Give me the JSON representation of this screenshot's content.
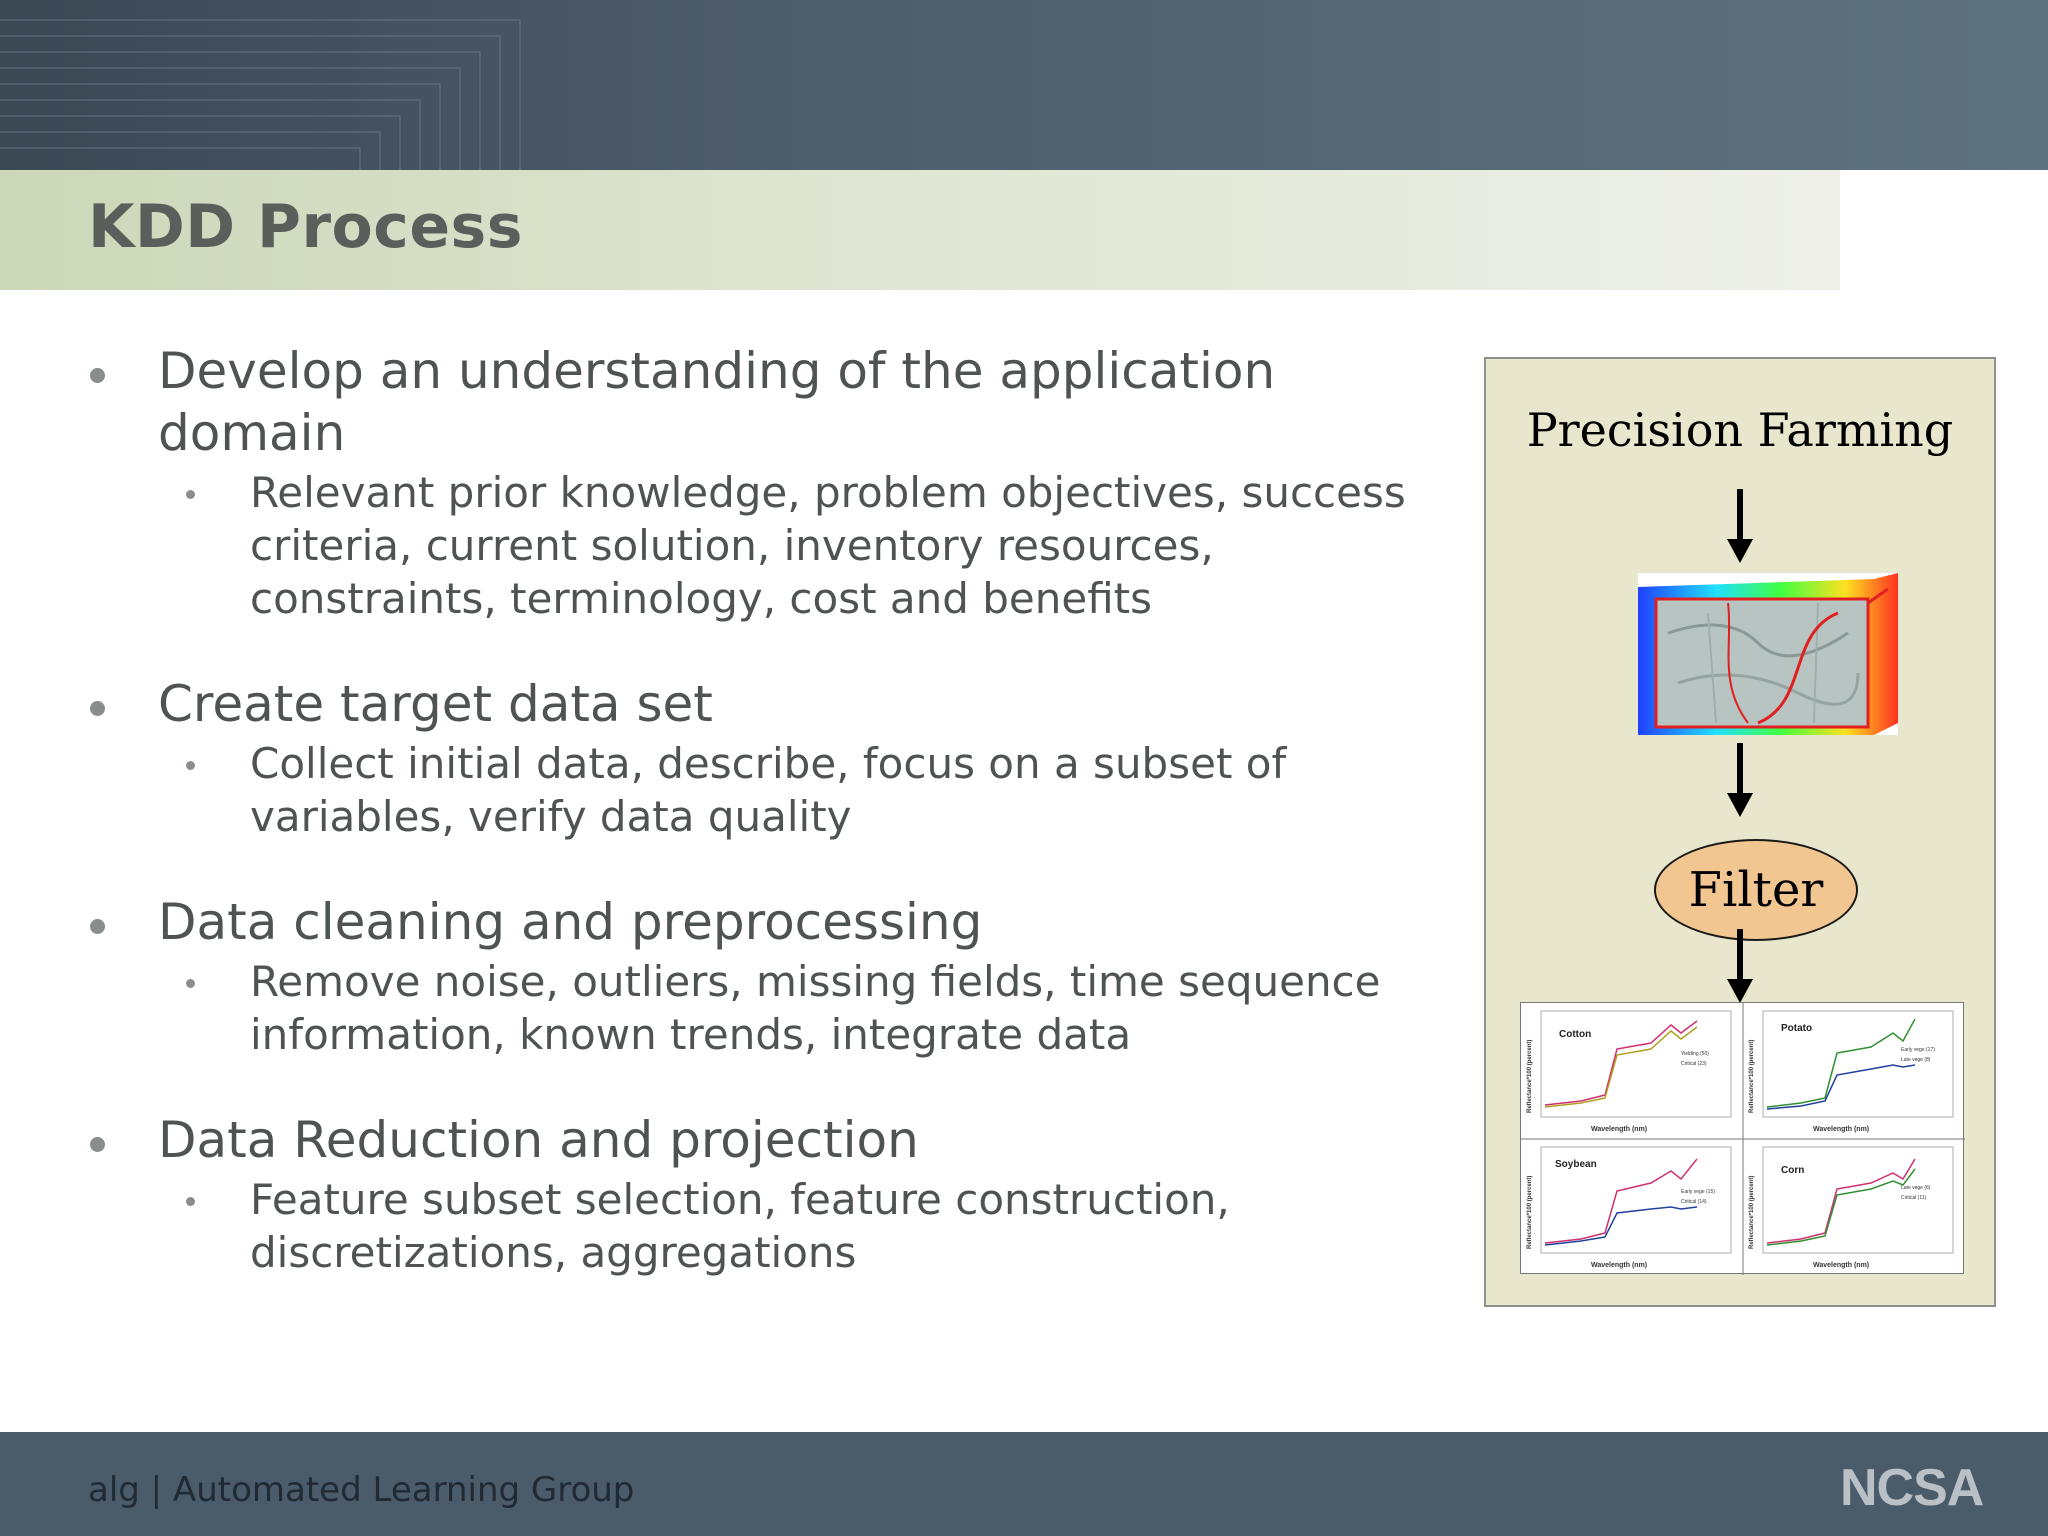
{
  "slide": {
    "title": "KDD Process"
  },
  "bullets": [
    {
      "text": "Develop an understanding of the application domain",
      "sub": [
        "Relevant prior knowledge, problem objectives, success",
        "criteria, current solution, inventory resources,",
        "constraints, terminology, cost and benefits"
      ]
    },
    {
      "text": "Create target data set",
      "sub": [
        "Collect initial data, describe, focus on a subset of",
        "variables, verify data quality"
      ]
    },
    {
      "text": "Data cleaning and preprocessing",
      "sub": [
        "Remove noise, outliers, missing fields, time sequence",
        "information, known trends, integrate data"
      ]
    },
    {
      "text": "Data Reduction and projection",
      "sub": [
        "Feature subset selection, feature construction,",
        "discretizations, aggregations"
      ]
    }
  ],
  "diagram": {
    "top_label": "Precision Farming",
    "filter_label": "Filter",
    "panels": [
      {
        "name": "Cotton",
        "legend": [
          "Yielding (50)",
          "Critical (23)"
        ]
      },
      {
        "name": "Potato",
        "legend": [
          "Early vege (17)",
          "Late vege (8)"
        ]
      },
      {
        "name": "Soybean",
        "legend": [
          "Early vege (15)",
          "Critical (14)"
        ]
      },
      {
        "name": "Corn",
        "legend": [
          "Late vege (6)",
          "Critical (11)"
        ]
      }
    ],
    "x_axis_label": "Wavelength (nm)",
    "y_axis_label": "Reflectance*100 (percent)"
  },
  "footer": {
    "text": "alg | Automated Learning Group",
    "logo": "NCSA"
  }
}
